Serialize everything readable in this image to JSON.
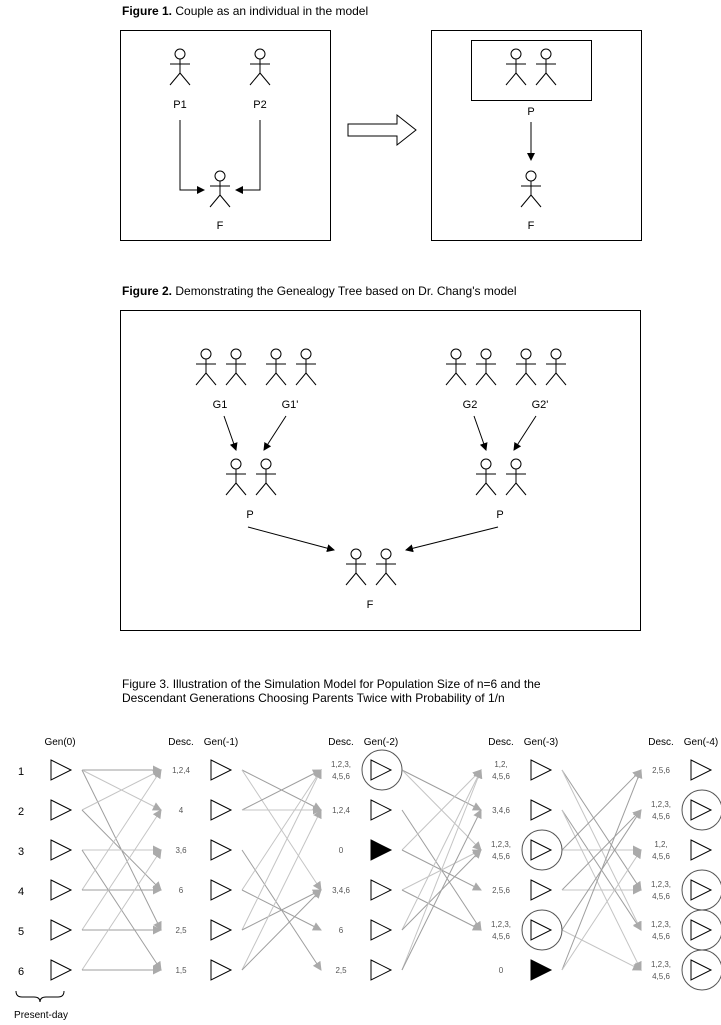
{
  "figure1": {
    "caption_bold": "Figure 1.",
    "caption_rest": " Couple as an individual in the model",
    "left": {
      "p1": "P1",
      "p2": "P2",
      "child": "F"
    },
    "right": {
      "parent": "P",
      "child": "F"
    }
  },
  "figure2": {
    "caption_bold": "Figure 2.",
    "caption_rest": " Demonstrating the Genealogy Tree based on Dr. Chang's model",
    "grandparents": [
      "G1",
      "G1'",
      "G2",
      "G2'"
    ],
    "parents": [
      "P",
      "P"
    ],
    "child": "F"
  },
  "figure3": {
    "caption_line1": "Figure 3. Illustration of the Simulation Model for Population Size of n=6 and the",
    "caption_line2": "Descendant Generations Choosing Parents Twice with Probability of 1/n",
    "gen_headers": [
      "Gen(0)",
      "Gen(-1)",
      "Gen(-2)",
      "Gen(-3)",
      "Gen(-4)"
    ],
    "desc_header": "Desc.",
    "row_numbers": [
      "1",
      "2",
      "3",
      "4",
      "5",
      "6"
    ],
    "desc_columns": [
      [
        [
          "1,2,4"
        ],
        [
          "4"
        ],
        [
          "3,6"
        ],
        [
          "6"
        ],
        [
          "2,5"
        ],
        [
          "1,5"
        ]
      ],
      [
        [
          "1,2,3,",
          "4,5,6"
        ],
        [
          "1,2,4"
        ],
        [
          "0"
        ],
        [
          "3,4,6"
        ],
        [
          "6"
        ],
        [
          "2,5"
        ]
      ],
      [
        [
          "1,2,",
          "4,5,6"
        ],
        [
          "3,4,6"
        ],
        [
          "1,2,3,",
          "4,5,6"
        ],
        [
          "2,5,6"
        ],
        [
          "1,2,3,",
          "4,5,6"
        ],
        [
          "0"
        ]
      ],
      [
        [
          "2,5,6"
        ],
        [
          "1,2,3,",
          "4,5,6"
        ],
        [
          "1,2,",
          "4,5,6"
        ],
        [
          "1,2,3,",
          "4,5,6"
        ],
        [
          "1,2,3,",
          "4,5,6"
        ],
        [
          "1,2,3,",
          "4,5,6"
        ]
      ]
    ],
    "filled": [
      [
        2,
        2
      ],
      [
        3,
        5
      ]
    ],
    "circled": [
      [
        2,
        0
      ],
      [
        3,
        2
      ],
      [
        3,
        4
      ],
      [
        4,
        1
      ],
      [
        4,
        3
      ],
      [
        4,
        4
      ],
      [
        4,
        5
      ]
    ],
    "present_day": "Present-day"
  }
}
